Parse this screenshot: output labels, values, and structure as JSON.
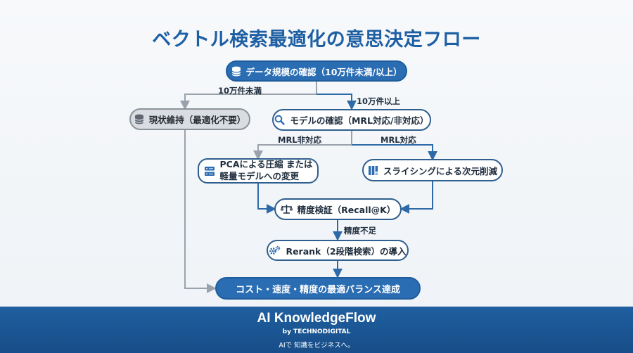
{
  "title": "ベクトル検索最適化の意思決定フロー",
  "nodes": {
    "data_scale": "データ規模の確認（10万件未満/以上）",
    "keep_current": "現状維持（最適化不要）",
    "model_check": "モデルの確認（MRL対応/非対応）",
    "pca_line1": "PCAによる圧縮 または",
    "pca_line2": "軽量モデルへの変更",
    "slicing": "スライシングによる次元削減",
    "accuracy": "精度検証（Recall@K）",
    "rerank": "Rerank（2段階検索）の導入",
    "balance": "コスト・速度・精度の最適バランス達成"
  },
  "edge_labels": {
    "under_100k": "10万件未満",
    "over_100k": "10万件以上",
    "mrl_no": "MRL非対応",
    "mrl_yes": "MRL対応",
    "insufficient": "精度不足"
  },
  "icons": {
    "data_scale": "database-icon",
    "keep_current": "database-icon",
    "model_check": "search-icon",
    "pca": "server-icon",
    "slicing": "slices-icon",
    "accuracy": "scale-icon",
    "rerank": "gears-icon"
  },
  "colors": {
    "primary": "#2a6db3",
    "edge_blue": "#2f6aa8",
    "edge_gray": "#9aa2ab",
    "footer": "#1b5594"
  },
  "footer": {
    "brand": "AI KnowledgeFlow",
    "by": "by TECHNODIGITAL",
    "tagline": "AIで 知識をビジネスへ。"
  }
}
